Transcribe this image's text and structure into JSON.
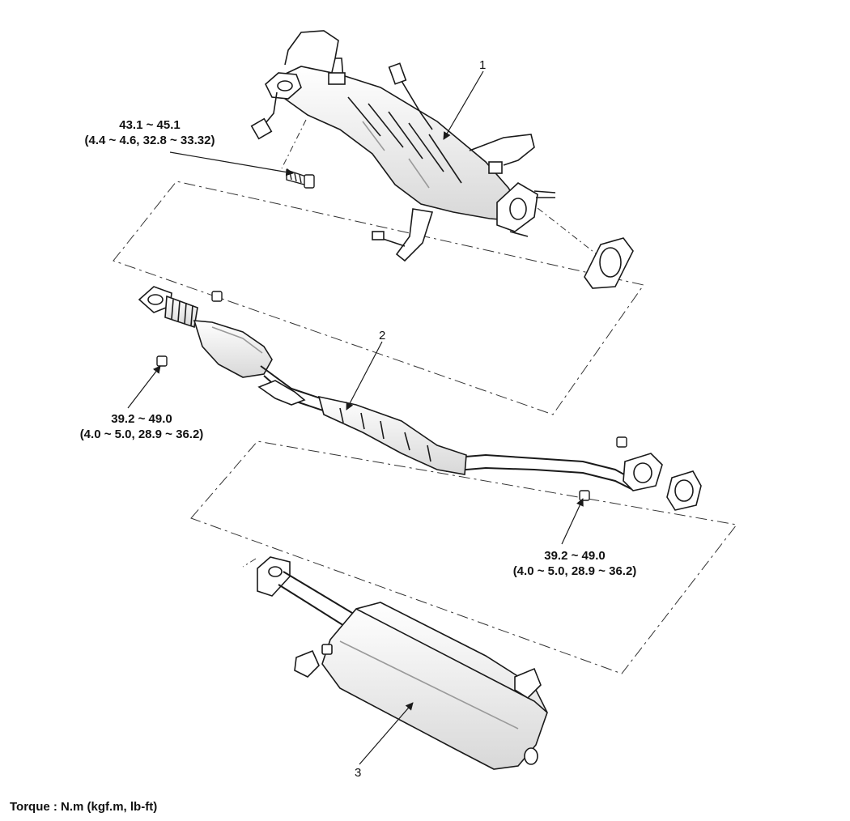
{
  "part_numbers": {
    "catalytic_converter": "1",
    "center_pipe": "2",
    "main_muffler": "3"
  },
  "torque_specs": {
    "converter_bolt": {
      "line1": "43.1 ~ 45.1",
      "line2": "(4.4 ~ 4.6, 32.8 ~ 33.32)"
    },
    "center_pipe_front_nut": {
      "line1": "39.2 ~ 49.0",
      "line2": "(4.0 ~ 5.0, 28.9 ~ 36.2)"
    },
    "center_pipe_rear_nut": {
      "line1": "39.2 ~ 49.0",
      "line2": "(4.0 ~ 5.0, 28.9 ~ 36.2)"
    }
  },
  "units_note": "Torque : N.m (kgf.m, lb-ft)",
  "colors": {
    "line": "#1a1a1a",
    "shade": "#9a9a9a",
    "background": "#ffffff"
  }
}
